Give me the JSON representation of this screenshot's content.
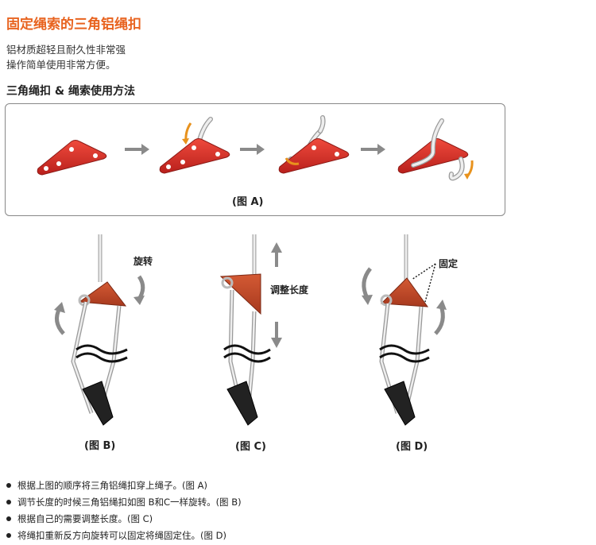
{
  "header": {
    "title": "固定绳索的三角铝绳扣",
    "intro_lines": [
      "铝材质超轻且耐久性非常强",
      "操作简单使用非常方便。"
    ],
    "subtitle": "三角绳扣 & 绳索使用方法"
  },
  "figure_a": {
    "caption": "(图 A)"
  },
  "figure_b": {
    "caption": "(图 B)",
    "label": "旋转"
  },
  "figure_c": {
    "caption": "(图 C)",
    "label": "调整长度"
  },
  "figure_d": {
    "caption": "(图 D)",
    "label": "固定"
  },
  "colors": {
    "title": "#e8631f",
    "buckle": "#d62e2a",
    "arrow": "#8a8a8a"
  },
  "steps": [
    "根据上图的顺序将三角铝绳扣穿上绳子。(图 A)",
    "调节长度的时候三角铝绳扣如图 B和C一样旋转。(图 B)",
    "根据自己的需要调整长度。(图 C)",
    "将绳扣重新反方向旋转可以固定将绳固定住。(图 D)"
  ]
}
